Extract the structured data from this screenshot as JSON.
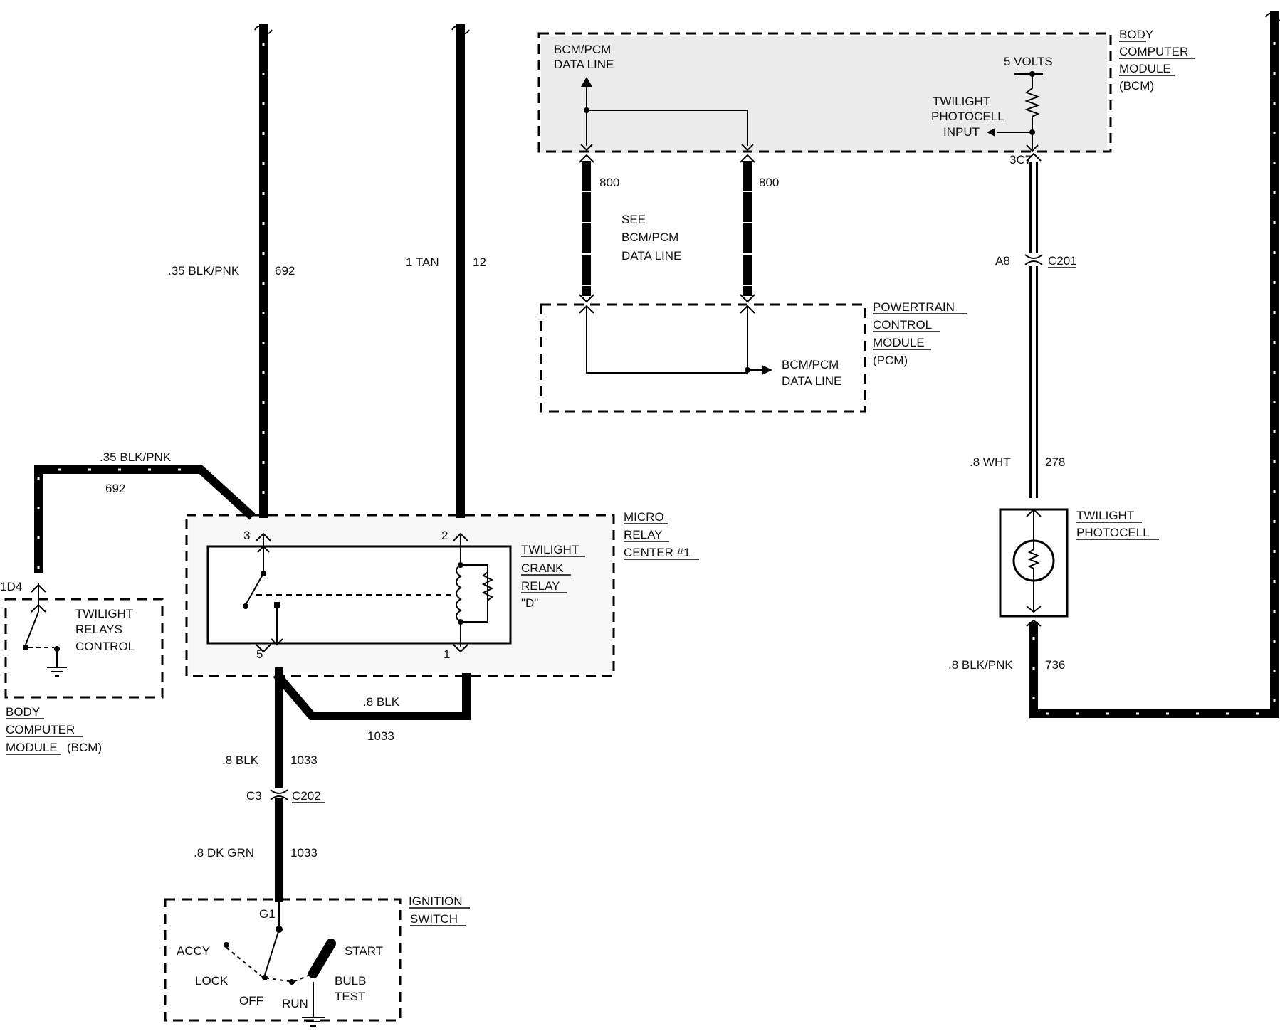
{
  "bcm_top": {
    "title": [
      "BODY",
      "COMPUTER",
      "MODULE",
      "(BCM)"
    ],
    "data_line": [
      "BCM/PCM",
      "DATA LINE"
    ],
    "five_volts": "5 VOLTS",
    "photocell_input": [
      "TWILIGHT",
      "PHOTOCELL",
      "INPUT"
    ],
    "terminal": "3C7"
  },
  "data_line_wires": {
    "left_circuit": "800",
    "right_circuit": "800",
    "see_note": [
      "SEE",
      "BCM/PCM",
      "DATA LINE"
    ]
  },
  "pcm": {
    "title": [
      "POWERTRAIN",
      "CONTROL",
      "MODULE",
      "(PCM)"
    ],
    "data_line": [
      "BCM/PCM",
      "DATA LINE"
    ]
  },
  "wire_692_vertical": {
    "gauge_color": ".35 BLK/PNK",
    "circuit": "692"
  },
  "wire_12": {
    "gauge_color": "1 TAN",
    "circuit": "12"
  },
  "wire_692_horizontal": {
    "gauge_color": ".35 BLK/PNK",
    "circuit": "692"
  },
  "relay_center": {
    "title": [
      "MICRO",
      "RELAY",
      "CENTER #1"
    ],
    "relay": [
      "TWILIGHT",
      "CRANK",
      "RELAY",
      "\"D\""
    ],
    "pins": {
      "p3": "3",
      "p2": "2",
      "p5": "5",
      "p1": "1"
    }
  },
  "bcm_left": {
    "terminal": "1D4",
    "control": [
      "TWILIGHT",
      "RELAYS",
      "CONTROL"
    ],
    "title": [
      "BODY",
      "COMPUTER",
      "MODULE",
      "(BCM)"
    ]
  },
  "wire_1033_jumper": {
    "gauge_color": ".8 BLK",
    "circuit": "1033"
  },
  "wire_1033_blk": {
    "gauge_color": ".8 BLK",
    "circuit": "1033"
  },
  "connector_c202": {
    "pin": "C3",
    "name": "C202"
  },
  "wire_1033_grn": {
    "gauge_color": ".8 DK GRN",
    "circuit": "1033"
  },
  "ignition": {
    "title": [
      "IGNITION",
      "SWITCH"
    ],
    "terminal": "G1",
    "positions": {
      "accy": "ACCY",
      "lock": "LOCK",
      "off": "OFF",
      "run": "RUN",
      "start": "START",
      "bulb_test": [
        "BULB",
        "TEST"
      ]
    }
  },
  "connector_c201": {
    "pin": "A8",
    "name": "C201"
  },
  "wire_278": {
    "gauge_color": ".8 WHT",
    "circuit": "278"
  },
  "photocell": {
    "title": [
      "TWILIGHT",
      "PHOTOCELL"
    ]
  },
  "wire_736": {
    "gauge_color": ".8 BLK/PNK",
    "circuit": "736"
  }
}
